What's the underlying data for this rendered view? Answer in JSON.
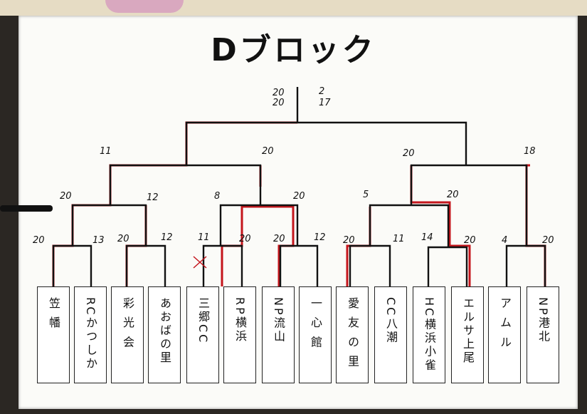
{
  "title": "Dブロック",
  "top_scores": {
    "left": [
      "20",
      "20"
    ],
    "right": [
      "2",
      "17"
    ]
  },
  "teams": [
    "笠 幡",
    "RCかつしか",
    "彩 光 会",
    "あおばの里",
    "三郷CC",
    "RP横浜",
    "NP流山",
    "一 心 館",
    "愛 友 の 里",
    "CC八潮",
    "HC横浜小雀",
    "エルサ上尾",
    "ア ム ル",
    "NP港北"
  ],
  "scores": {
    "r1": [
      "20",
      "13",
      "20",
      "12",
      "11",
      "20",
      "20",
      "12",
      "20",
      "11",
      "14",
      "20",
      "4",
      "20"
    ],
    "r2": [
      "20",
      "12",
      "8",
      "20",
      "5",
      "20"
    ],
    "r3": [
      "11",
      "20",
      "20",
      "18"
    ]
  },
  "colors": {
    "win_line": "#c4151c",
    "line": "#111111",
    "paper": "#fbfbf8"
  }
}
